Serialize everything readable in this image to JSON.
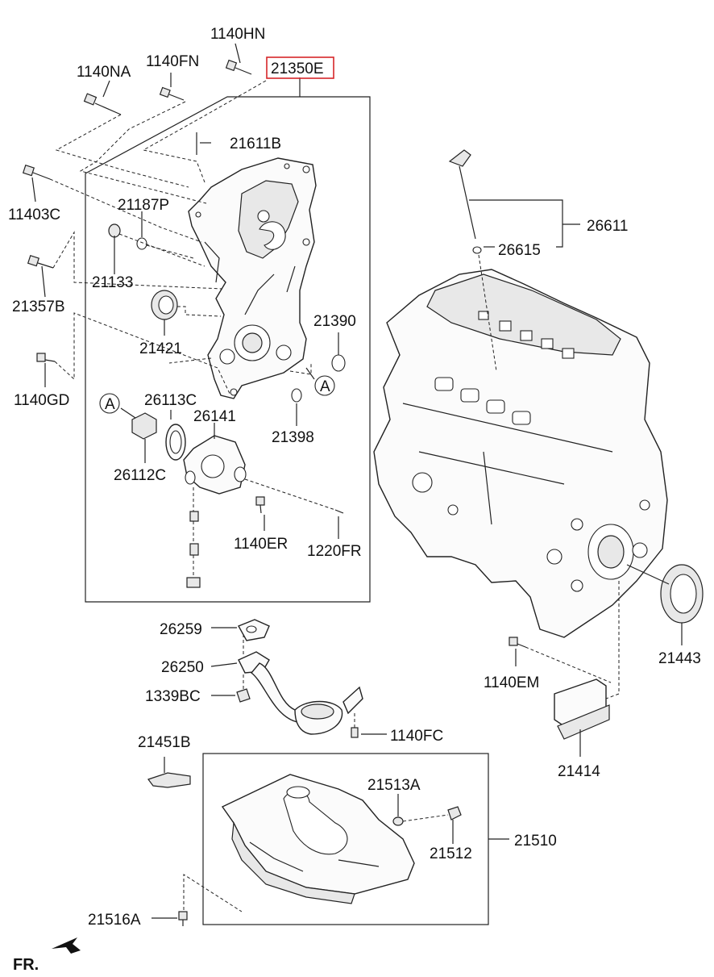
{
  "highlight_color": "#d6262a",
  "labels": {
    "p1140HN": "1140HN",
    "p21350E": "21350E",
    "p1140NA": "1140NA",
    "p1140FN": "1140FN",
    "p21611B": "21611B",
    "p11403C": "11403C",
    "p21187P": "21187P",
    "p21133": "21133",
    "p21357B": "21357B",
    "p21421": "21421",
    "p21390": "21390",
    "pA1": "A",
    "pA2": "A",
    "p1140GD": "1140GD",
    "p26113C": "26113C",
    "p26141": "26141",
    "p21398": "21398",
    "p26112C": "26112C",
    "p1140ER": "1140ER",
    "p1220FR": "1220FR",
    "p26611": "26611",
    "p26615": "26615",
    "p21443": "21443",
    "p1140EM": "1140EM",
    "p21414": "21414",
    "p26259": "26259",
    "p26250": "26250",
    "p1339BC": "1339BC",
    "p1140FC": "1140FC",
    "p21451B": "21451B",
    "p21513A": "21513A",
    "p21512": "21512",
    "p21510": "21510",
    "p21516A": "21516A",
    "fr": "FR."
  }
}
